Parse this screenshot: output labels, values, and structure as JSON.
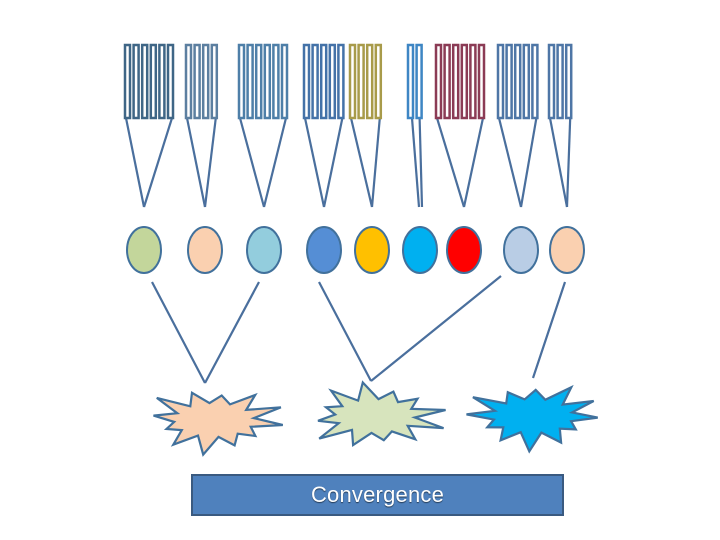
{
  "colors": {
    "stroke": "#4A6F9D",
    "banner_fill": "#4F81BD",
    "banner_text": "#FFFFFF"
  },
  "receptor_groups": [
    {
      "name": "group-1",
      "color": "#3F6686",
      "bars": 6
    },
    {
      "name": "group-2",
      "color": "#5C7FA0",
      "bars": 4
    },
    {
      "name": "group-3",
      "color": "#4E7FA8",
      "bars": 6
    },
    {
      "name": "group-4",
      "color": "#4472A8",
      "bars": 5
    },
    {
      "name": "group-5",
      "color": "#A89B4A",
      "bars": 4
    },
    {
      "name": "group-6",
      "color": "#3E86C4",
      "bars": 2
    },
    {
      "name": "group-7",
      "color": "#8B3B55",
      "bars": 6
    },
    {
      "name": "group-8",
      "color": "#4E76A6",
      "bars": 5
    },
    {
      "name": "group-9",
      "color": "#4E76A6",
      "bars": 3
    }
  ],
  "neurons": [
    {
      "name": "neuron-green",
      "color": "#C3D69B"
    },
    {
      "name": "neuron-peach",
      "color": "#FAD0B0"
    },
    {
      "name": "neuron-light-blue",
      "color": "#93CDDD"
    },
    {
      "name": "neuron-blue",
      "color": "#558ED5"
    },
    {
      "name": "neuron-yellow",
      "color": "#FFC000"
    },
    {
      "name": "neuron-cyan",
      "color": "#00B0F0"
    },
    {
      "name": "neuron-red",
      "color": "#FF0000"
    },
    {
      "name": "neuron-pale-blue",
      "color": "#B9CDE5"
    },
    {
      "name": "neuron-peach-2",
      "color": "#FAD0B0"
    }
  ],
  "glomeruli": [
    {
      "name": "burst-peach",
      "color": "#FAD0B0"
    },
    {
      "name": "burst-pale-green",
      "color": "#D7E4BD"
    },
    {
      "name": "burst-cyan",
      "color": "#00B0F0"
    }
  ],
  "banner": {
    "label": "Convergence"
  }
}
